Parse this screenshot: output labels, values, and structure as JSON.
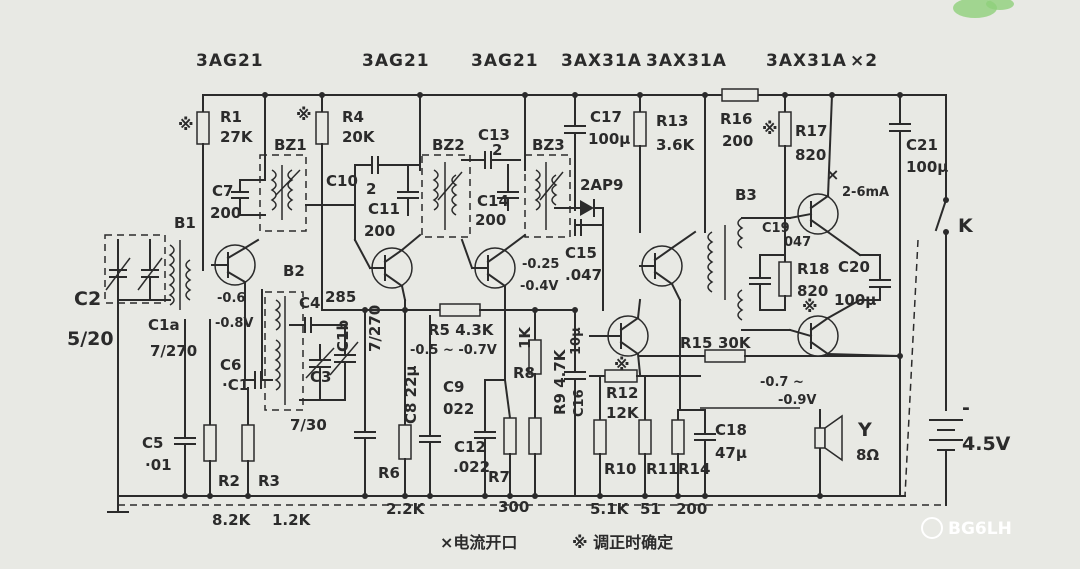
{
  "top_labels": {
    "t1": "3AG21",
    "t2": "3AG21",
    "t3": "3AG21",
    "t4": "3AX31A",
    "t5": "3AX31A",
    "t6": "3AX31A",
    "t6x": "×2"
  },
  "components": {
    "R1": "R1",
    "R1v": "27K",
    "R4": "R4",
    "R4v": "20K",
    "R13": "R13",
    "R13v": "3.6K",
    "R16": "R16",
    "R16v": "200",
    "R17": "R17",
    "R17v": "820",
    "R18": "R18",
    "R18v": "820",
    "R5": "R5 4.3K",
    "R5v": "-0.5 ~ -0.7V",
    "R8": "R8",
    "R8v": "1K",
    "R9": "R9 4.7K",
    "R12": "R12",
    "R12v": "12K",
    "R15": "R15",
    "R15v": "30K",
    "R2": "R2",
    "R3": "R3",
    "R2v": "8.2K",
    "R3v": "1.2K",
    "R6": "R6",
    "R6v": "2.2K",
    "R7": "R7",
    "R7v": "300",
    "R10": "R10",
    "R10v": "5.1K",
    "R11": "R11",
    "R11v": "51",
    "R14": "R14",
    "R14v": "200",
    "C2": "C2",
    "C2v": "5/20",
    "C1a": "C1a",
    "C1av": "7/270",
    "C1b": "C1b",
    "C1bv": "7/270",
    "C7": "C7",
    "C7v": "200",
    "C10": "C10",
    "C10v": "2",
    "C11": "C11",
    "C11v": "200",
    "C13": "C13",
    "C13v": "2",
    "C14": "C14",
    "C14v": "200",
    "C17": "C17",
    "C17v": "100μ",
    "C15": "C15",
    "C15v": ".047",
    "C19": "C19",
    "C19v": "047",
    "C20": "C20",
    "C20v": "100μ",
    "C21": "C21",
    "C21v": "100μ",
    "C4": "C4",
    "C3": "C3",
    "C3v": "7/30",
    "C5": "C5",
    "C5v": "·01",
    "C6": "C6",
    "C6v": "·C1",
    "C8": "C8 22μ",
    "C9": "C9",
    "C9v": "022",
    "C12": "C12",
    "C12v": ".022",
    "C16": "C16",
    "C16v": "10μ",
    "C18": "C18",
    "C18v": "47μ",
    "BZ1": "BZ1",
    "BZ2": "BZ2",
    "BZ3": "BZ3",
    "B1": "B1",
    "B2": "B2",
    "B3": "B3",
    "D": "2AP9",
    "K": "K",
    "Y": "Y",
    "Yv": "8Ω",
    "bat": "4.5V",
    "val285": "285"
  },
  "voltages": {
    "v1": "-0.6",
    "v1b": "-0.8V",
    "v2": "-0.25",
    "v2b": "-0.4V",
    "v3": "-0.7 ~",
    "v3b": "-0.9V",
    "cur": "2-6mA",
    "star": "※",
    "cross": "×",
    "minus": "-"
  },
  "notes": {
    "cross_note": "×电流开口",
    "star_note": "※ 调正时确定"
  },
  "watermark": "BG6LH"
}
